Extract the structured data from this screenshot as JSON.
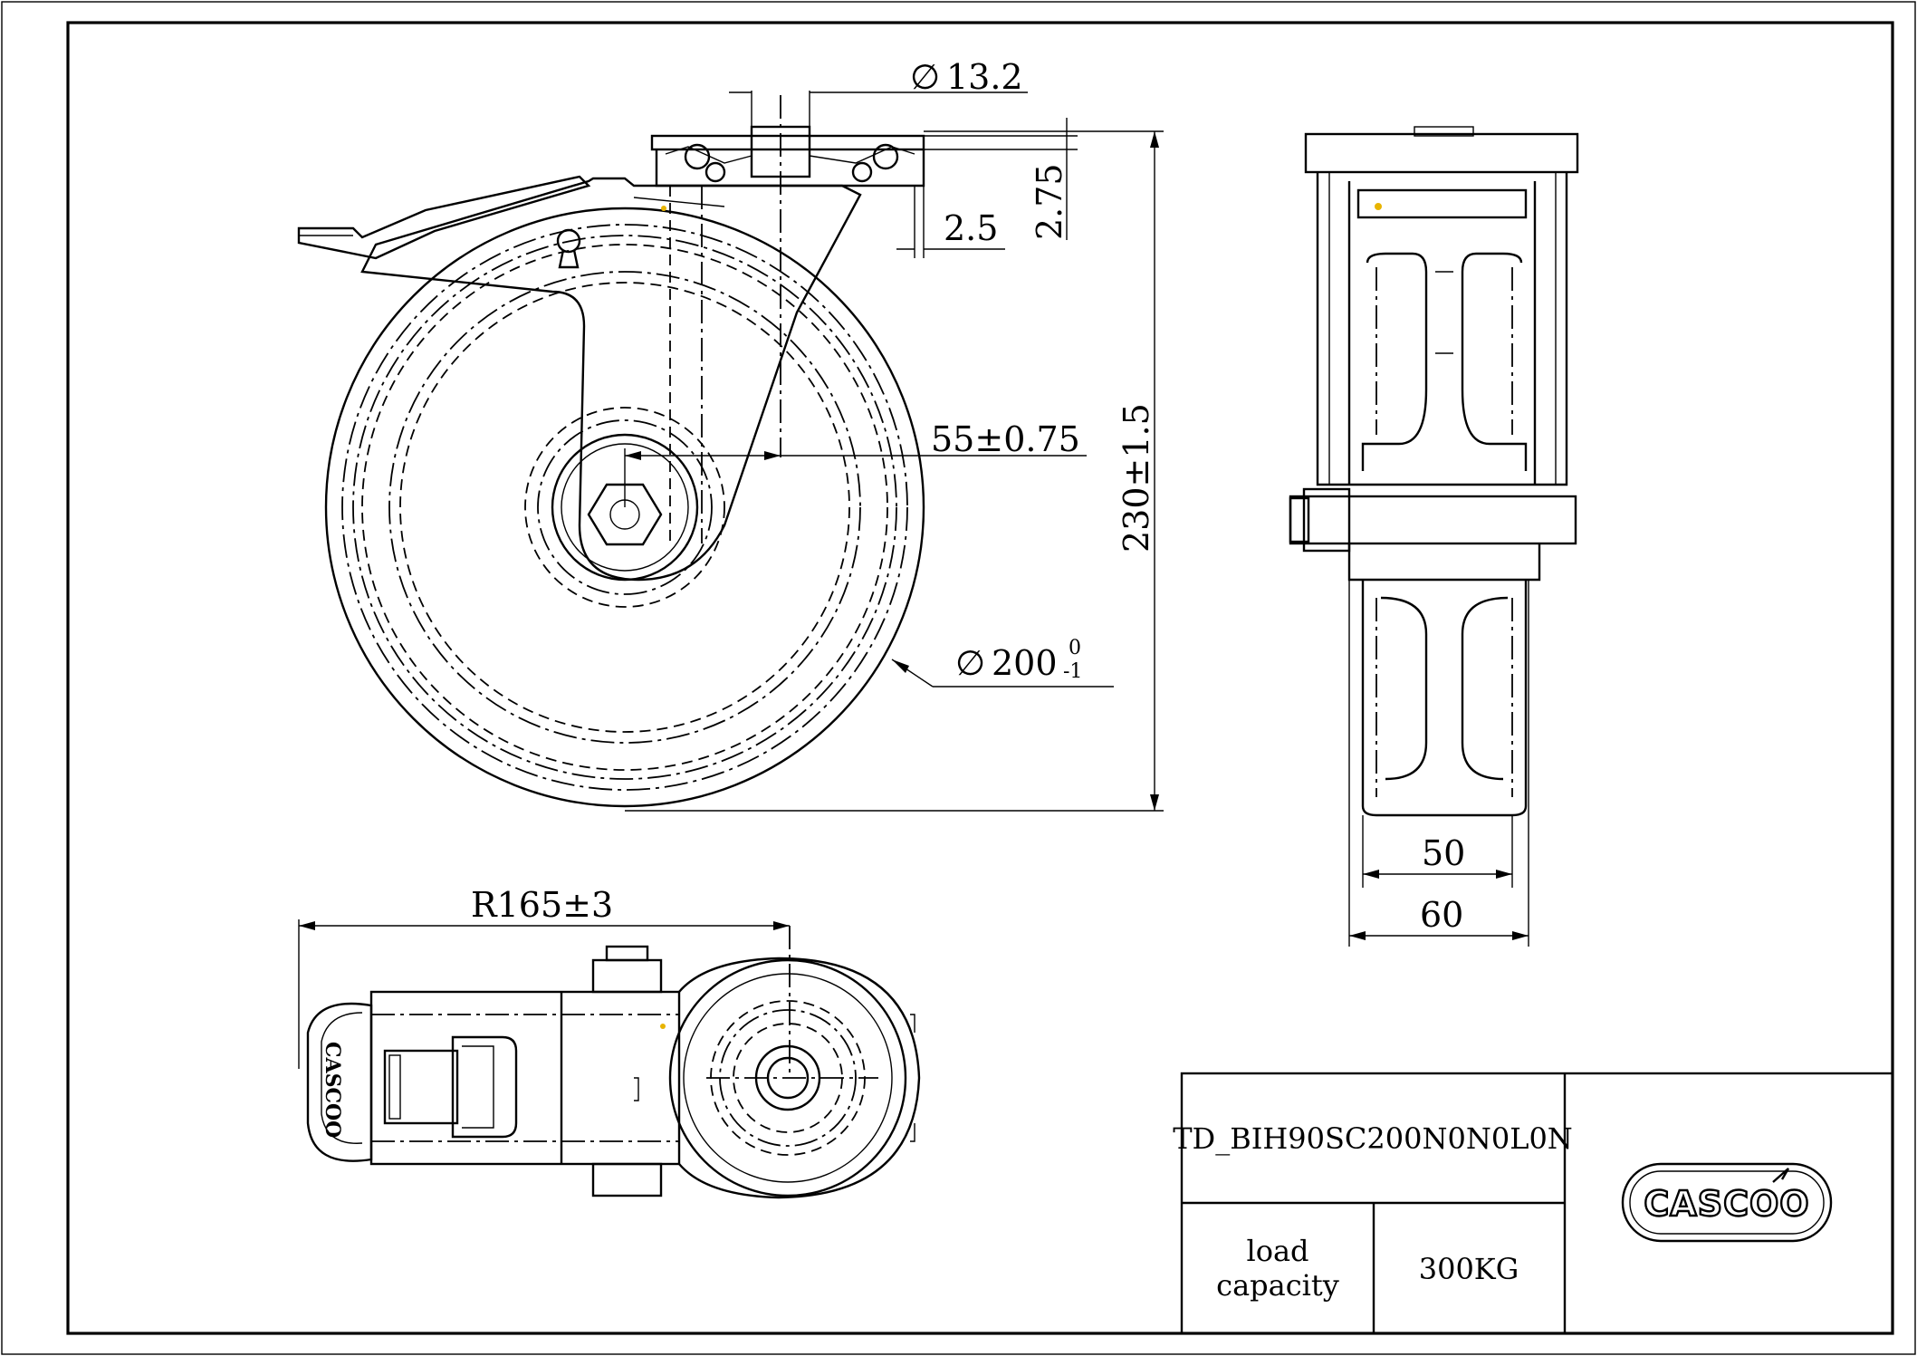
{
  "drawing": {
    "dimensions": {
      "bolt_dia_symbol": "∅",
      "bolt_dia": "13.2",
      "plate_thickness": "2.75",
      "plate_offset": "2.5",
      "swivel_offset": "55±0.75",
      "overall_height": "230±1.5",
      "wheel_dia_symbol": "∅",
      "wheel_dia": "200",
      "wheel_dia_tol_upper": "0",
      "wheel_dia_tol_lower": "-1",
      "tread_width": "50",
      "fork_width": "60",
      "swivel_radius": "R165±3"
    },
    "title_block": {
      "part_number": "TD_BIH90SC200N0N0L0N",
      "load_label_line1": "load",
      "load_label_line2": "capacity",
      "load_value": "300KG",
      "logo_text": "CASCOO"
    },
    "colors": {
      "line": "#000000",
      "background": "#ffffff",
      "accent": "#e8b400"
    }
  }
}
